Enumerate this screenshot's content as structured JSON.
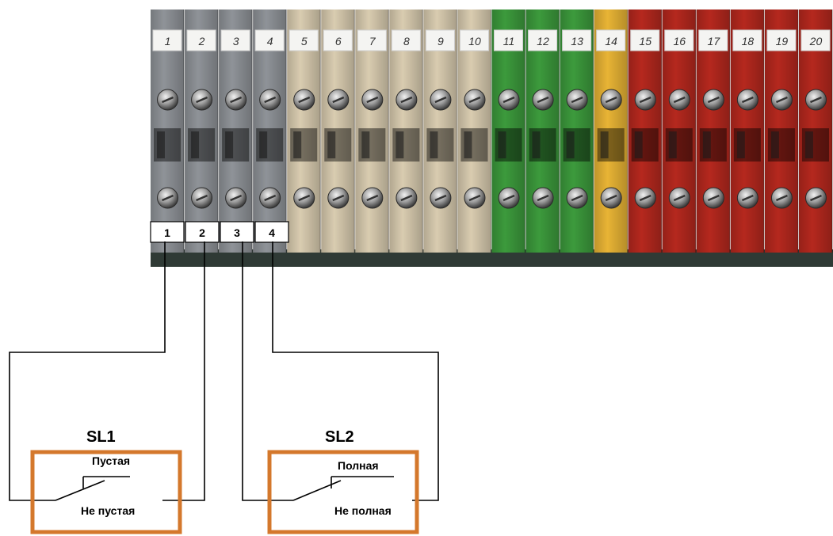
{
  "terminal_block": {
    "top_numbers": [
      "1",
      "2",
      "3",
      "4",
      "5",
      "6",
      "7",
      "8",
      "9",
      "10",
      "11",
      "12",
      "13",
      "14",
      "15",
      "16",
      "17",
      "18",
      "19",
      "20"
    ],
    "colors": {
      "gray": "#8f9398",
      "beige": "#d9ccb0",
      "green": "#3c9a3c",
      "yellow": "#e8b435",
      "red": "#b5281e"
    },
    "segment_colors": [
      "gray",
      "gray",
      "gray",
      "gray",
      "beige",
      "beige",
      "beige",
      "beige",
      "beige",
      "beige",
      "green",
      "green",
      "green",
      "yellow",
      "red",
      "red",
      "red",
      "red",
      "red",
      "red"
    ]
  },
  "wire_labels": [
    "1",
    "2",
    "3",
    "4"
  ],
  "sensors": [
    {
      "name": "SL1",
      "state_on": "Пустая",
      "state_off": "Не пустая"
    },
    {
      "name": "SL2",
      "state_on": "Полная",
      "state_off": "Не полная"
    }
  ],
  "accent_color": "#d4782c"
}
